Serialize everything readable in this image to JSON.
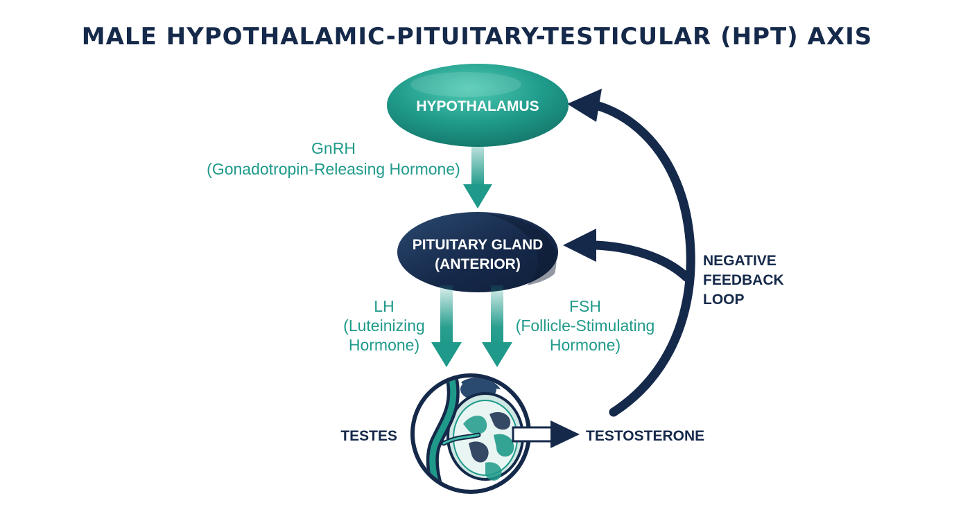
{
  "title": "MALE HYPOTHALAMIC-PITUITARY-TESTICULAR (HPT) AXIS",
  "nodes": {
    "hypothalamus": "HYPOTHALAMUS",
    "pituitary_line1": "PITUITARY GLAND",
    "pituitary_line2": "(ANTERIOR)",
    "testes": "TESTES",
    "testosterone": "TESTOSTERONE"
  },
  "hormones": {
    "gnrh_line1": "GnRH",
    "gnrh_line2": "(Gonadotropin-Releasing Hormone)",
    "lh_line1": "LH",
    "lh_line2": "(Luteinizing",
    "lh_line3": "Hormone)",
    "fsh_line1": "FSH",
    "fsh_line2": "(Follicle-Stimulating",
    "fsh_line3": "Hormone)"
  },
  "feedback": {
    "line1": "NEGATIVE",
    "line2": "FEEDBACK",
    "line3": "LOOP"
  },
  "colors": {
    "navy": "#15294a",
    "teal": "#1f9a8a",
    "teal_dark": "#137a6e",
    "teal_light": "#3fbfa9"
  },
  "icons": [
    "testis-cross-section-icon"
  ]
}
